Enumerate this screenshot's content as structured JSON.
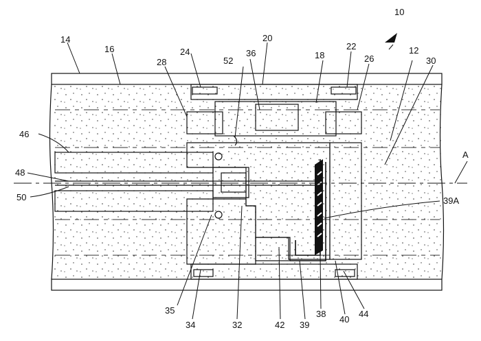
{
  "figure": {
    "reference_labels": {
      "r10": "10",
      "r12": "12",
      "r14": "14",
      "r16": "16",
      "r18": "18",
      "r20": "20",
      "r22": "22",
      "r24": "24",
      "r26": "26",
      "r28": "28",
      "r30": "30",
      "r32": "32",
      "r34": "34",
      "r35": "35",
      "r36": "36",
      "r38": "38",
      "r39": "39",
      "r39A": "39A",
      "r40": "40",
      "r42": "42",
      "r44": "44",
      "r46": "46",
      "r48": "48",
      "r50": "50",
      "r52": "52"
    },
    "axis_label": "A"
  }
}
